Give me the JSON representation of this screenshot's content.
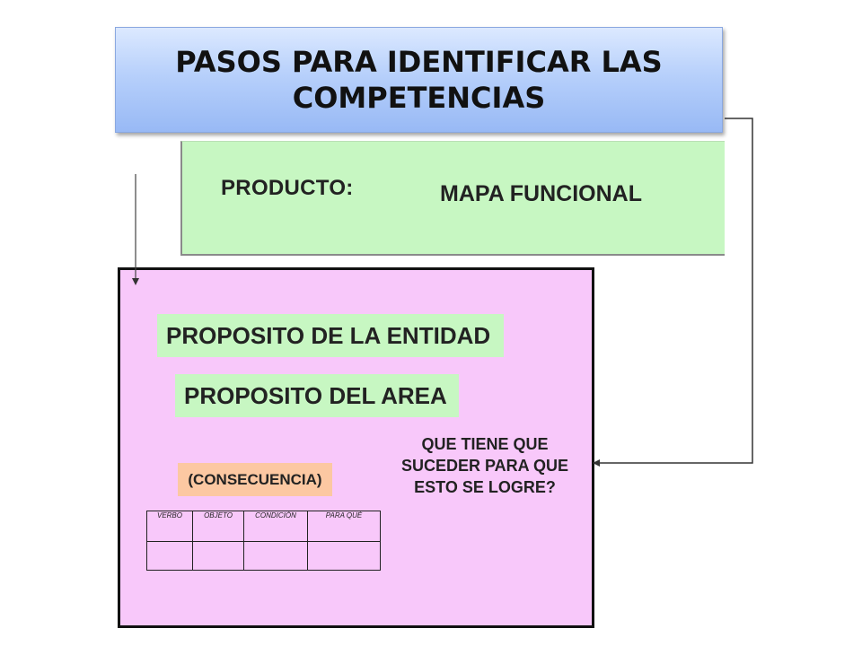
{
  "title": "PASOS PARA IDENTIFICAR LAS COMPETENCIAS",
  "product": {
    "label": "PRODUCTO:",
    "value": "MAPA FUNCIONAL"
  },
  "steps": {
    "entity_purpose": "PROPOSITO DE LA ENTIDAD",
    "area_purpose": "PROPOSITO DEL AREA"
  },
  "question": "QUE TIENE QUE SUCEDER PARA QUE ESTO SE LOGRE?",
  "consequence": "(CONSECUENCIA)",
  "table": {
    "headers": [
      "VERBO",
      "OBJETO",
      "CONDICIÓN",
      "PARA QUÉ"
    ]
  },
  "colors": {
    "title_gradient_top": "#dce9ff",
    "title_gradient_bottom": "#98b9f5",
    "green": "#c7f7c2",
    "pink": "#f8c8fa",
    "peach": "#fcc8a2"
  }
}
